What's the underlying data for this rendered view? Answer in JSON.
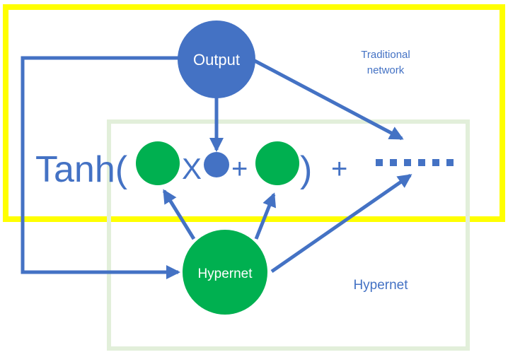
{
  "nodes": {
    "output": "Output",
    "hypernet": "Hypernet"
  },
  "regions": {
    "traditional_network_line1": "Traditional",
    "traditional_network_line2": "network",
    "hypernet": "Hypernet"
  },
  "equation": {
    "tanh_open": "Tanh(",
    "times": "X",
    "plus_inner": "+",
    "close_paren": ")",
    "plus_outer": "+"
  },
  "colors": {
    "yellow_box": "#FFFF00",
    "green_box": "#E2EFDA",
    "blue": "#4472C4",
    "green_node": "#00B050",
    "node_text": "#FFFFFF"
  }
}
